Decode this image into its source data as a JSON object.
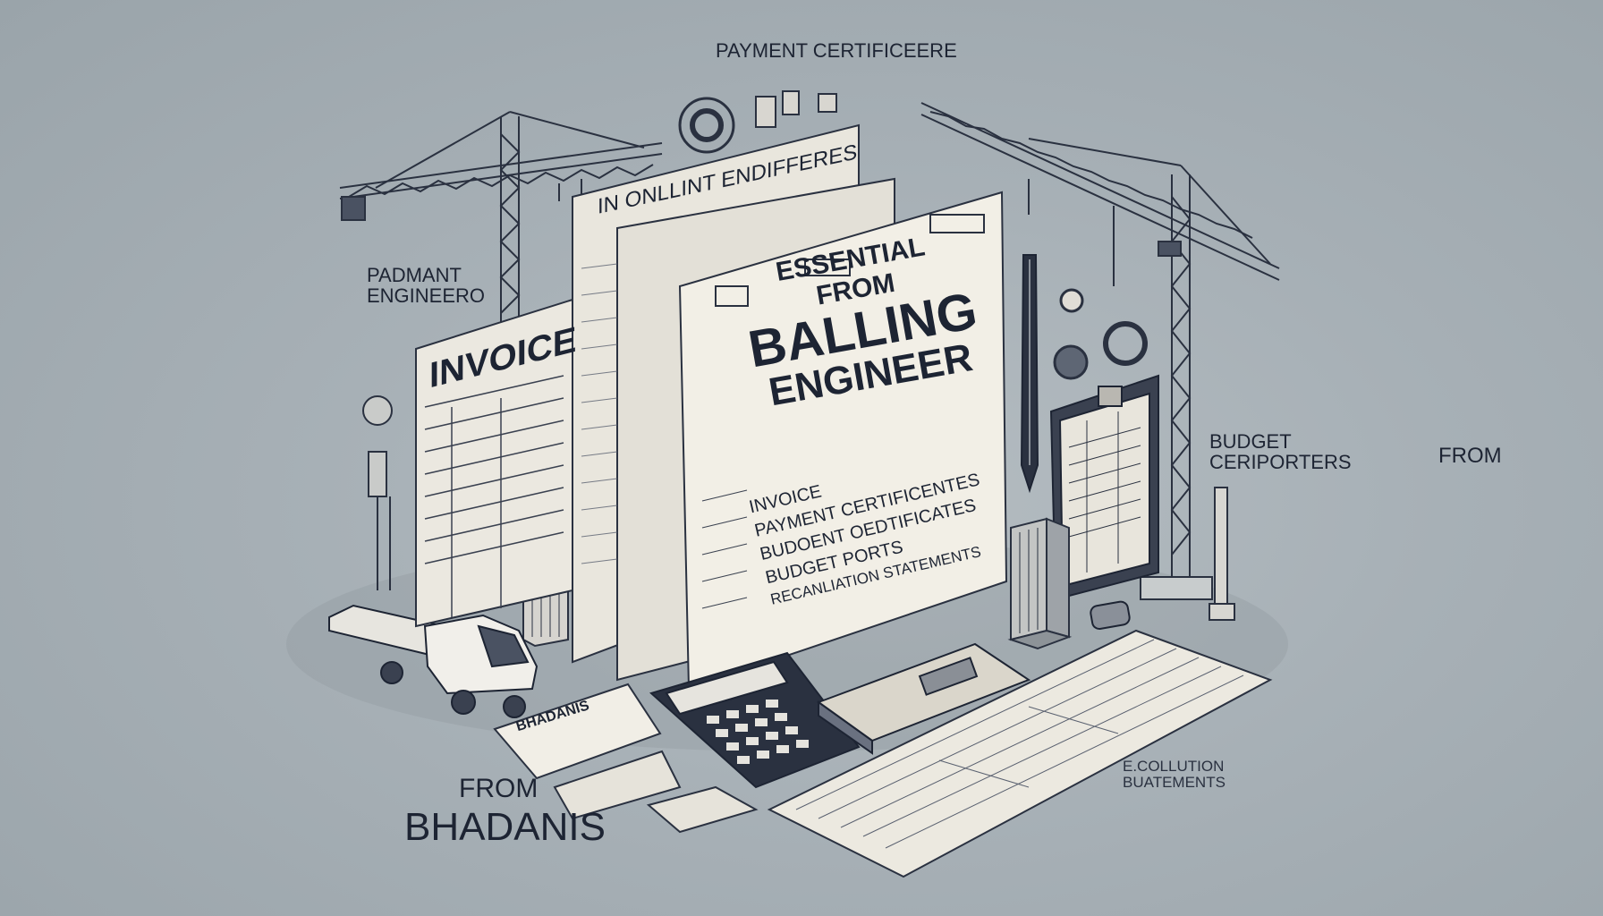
{
  "labels": {
    "top_title": "PAYMENT CERTIFICEERE",
    "left_line1": "PADMANT",
    "left_line2": "ENGINEERO",
    "right_line1": "BUDGET",
    "right_line2": "CERIPORTERS",
    "right_from": "FROM",
    "bottom_from": "FROM",
    "bottom_name": "BHADANIS",
    "bottom_right_line1": "E.COLLUTION",
    "bottom_right_line2": "BUATEMENTS"
  },
  "documents": {
    "invoice_title": "INVOICE",
    "back_doc_header": "IN ONLLINT ENDIFFERES",
    "main_line1": "ESSENTIAL",
    "main_line2": "FROM",
    "main_line3": "BALLING",
    "main_line4": "ENGINEER",
    "list": [
      "INVOICE",
      "PAYMENT CERTIFICENTES",
      "BUDOENT OEDTIFICATES",
      "BUDGET    PORTS",
      "RECANLIATION STATEMENTS"
    ],
    "slip_title": "BHADANIS"
  },
  "colors": {
    "background": "#a7b0b6",
    "ink": "#1d2433",
    "paper": "#f1eee6",
    "paper_shade": "#dcd8ce"
  }
}
